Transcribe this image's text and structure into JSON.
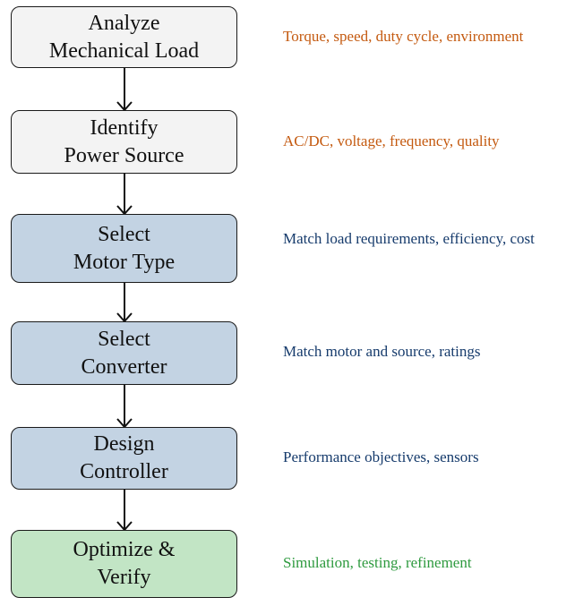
{
  "diagram": {
    "steps": [
      {
        "line1": "Analyze",
        "line2": "Mechanical Load",
        "note": "Torque, speed, duty cycle, environment",
        "category": "input"
      },
      {
        "line1": "Identify",
        "line2": "Power Source",
        "note": "AC/DC, voltage, frequency, quality",
        "category": "input"
      },
      {
        "line1": "Select",
        "line2": "Motor Type",
        "note": "Match load requirements, efficiency, cost",
        "category": "core"
      },
      {
        "line1": "Select",
        "line2": "Converter",
        "note": "Match motor and source, ratings",
        "category": "core"
      },
      {
        "line1": "Design",
        "line2": "Controller",
        "note": "Performance objectives, sensors",
        "category": "core"
      },
      {
        "line1": "Optimize &",
        "line2": "Verify",
        "note": "Simulation, testing, refinement",
        "category": "final"
      }
    ],
    "colors": {
      "input_fill": "#f3f3f3",
      "core_fill": "#c3d3e3",
      "final_fill": "#c2e5c5",
      "input_note": "#c45a10",
      "core_note": "#163b6c",
      "final_note": "#2e9a3f"
    }
  }
}
